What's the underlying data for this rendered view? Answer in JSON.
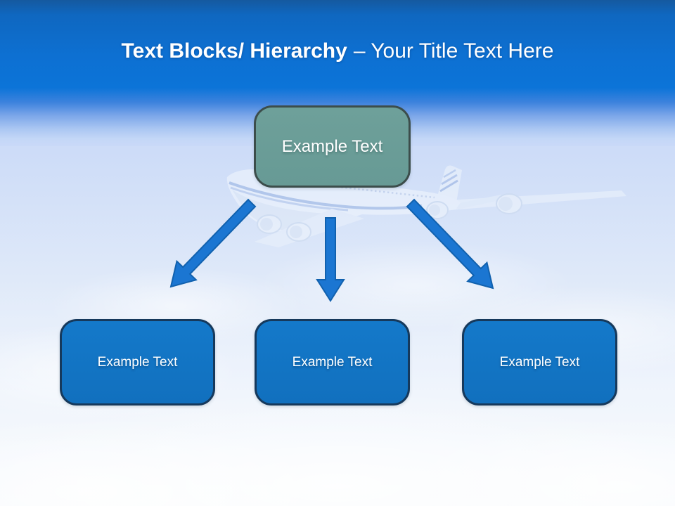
{
  "slide_title": {
    "emphasis": "Text Blocks/ Hierarchy",
    "rest": "– Your Title Text Here"
  },
  "hierarchy": {
    "root": {
      "label": "Example Text"
    },
    "children": [
      {
        "label": "Example Text"
      },
      {
        "label": "Example Text"
      },
      {
        "label": "Example Text"
      }
    ]
  },
  "icons": {
    "arrow_left": "arrow-down-left",
    "arrow_middle": "arrow-down",
    "arrow_right": "arrow-down-right",
    "background_image": "airplane-flying-above-clouds"
  },
  "colors": {
    "header_blue_dark": "#15599f",
    "header_blue": "#0d73d6",
    "sky_pale_blue": "#c9d9f8",
    "root_box_fill": "#679a95",
    "root_box_border": "#3c4d4b",
    "child_box_fill": "#1274c4",
    "child_box_border": "#16395c",
    "arrow_fill": "#1b76d2",
    "arrow_stroke": "#1161ae",
    "text_white": "#ffffff"
  }
}
